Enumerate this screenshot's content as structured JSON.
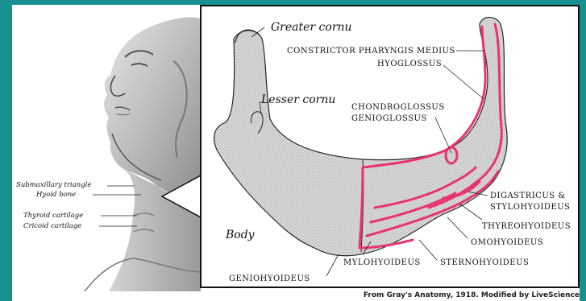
{
  "left_labels": [
    "Submaxillary triangle",
    "Hyoid bone",
    "Thyroid cartilage",
    "Cricoid cartilage"
  ],
  "right_labels": {
    "greater_cornu": "Greater cornu",
    "lesser_cornu": "Lesser cornu",
    "body": "Body",
    "constrictor": "Constrictor Pharyngis Medius",
    "hyoglossus": "Hyoglossus",
    "chondroglossus": "Chondroglossus",
    "genioglossus": "Genioglossus",
    "digastricus": "Digastricus &",
    "stylohyoideus": "Stylohyoideus",
    "thyreohyoideus": "Thyreohyoideus",
    "omohyoideus": "Omohyoideus",
    "mylohyoideus": "Mylohyoideus",
    "sternohyoideus": "Sternohyoideus",
    "geniohyoideus": "Geniohyoideus"
  },
  "credit": "From Gray's Anatomy, 1918. Modified by LiveScience",
  "colors": {
    "frame": "#17918f",
    "muscle_lines": "#e8336e"
  }
}
